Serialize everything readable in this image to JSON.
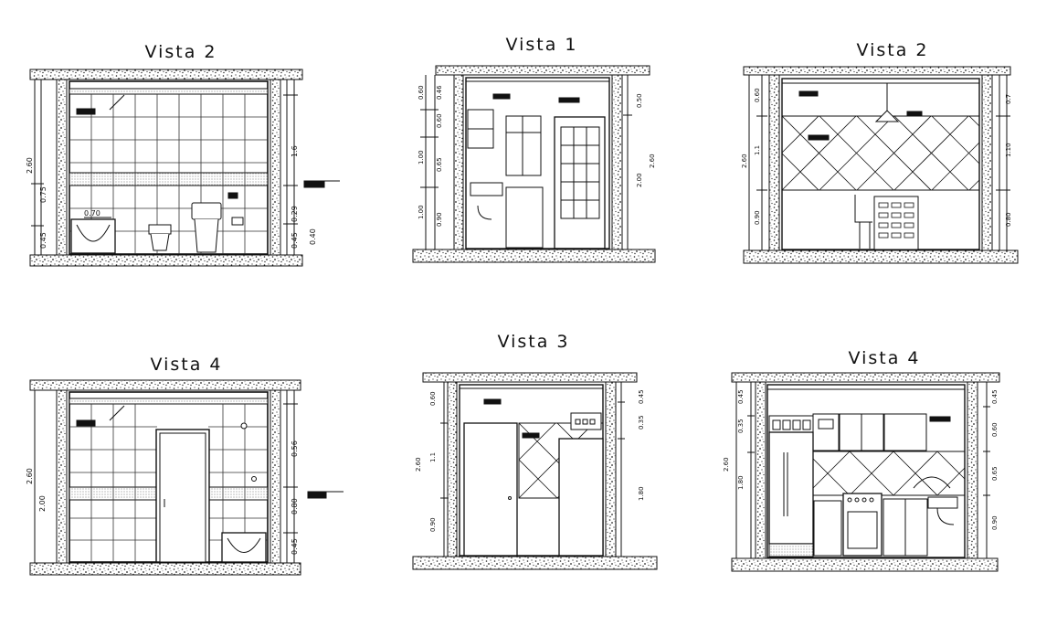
{
  "titles": {
    "top_left": "Vista 2",
    "top_center": "Vista 1",
    "top_right": "Vista 2",
    "bottom_left": "Vista 4",
    "bottom_center": "Vista 3",
    "bottom_right": "Vista 4"
  },
  "dims": {
    "p1": {
      "total": "2.60",
      "l1": "0.75",
      "l2": "0.45",
      "r1": "1.6",
      "r2": "0.29",
      "r3": "0.45",
      "r4": "0.40",
      "bath": "0.70"
    },
    "p2": {
      "l1": "0.60",
      "l2": "0.46",
      "l3": "0.60",
      "l4": "1.00",
      "l5": "0.65",
      "l6": "1.00",
      "l7": "0.90",
      "r1": "0.50",
      "r2": "2.00",
      "r3": "2.60"
    },
    "p3": {
      "total": "2.60",
      "l1": "0.60",
      "l2": "1.1",
      "l3": "0.90",
      "r1": "0.7",
      "r2": "1.10",
      "r3": "0.80"
    },
    "p4": {
      "total": "2.60",
      "l1": "2.00",
      "r1": "0.56",
      "r2": "0.80",
      "r3": "0.45"
    },
    "p5": {
      "total": "2.60",
      "l1": "0.60",
      "l2": "1.1",
      "l3": "0.90",
      "r1": "0.45",
      "r2": "0.35",
      "r3": "1.80"
    },
    "p6": {
      "total": "2.60",
      "l1": "0.45",
      "l2": "0.35",
      "l3": "1.80",
      "r1": "0.45",
      "r2": "0.60",
      "r3": "0.65",
      "r4": "0.90"
    }
  }
}
